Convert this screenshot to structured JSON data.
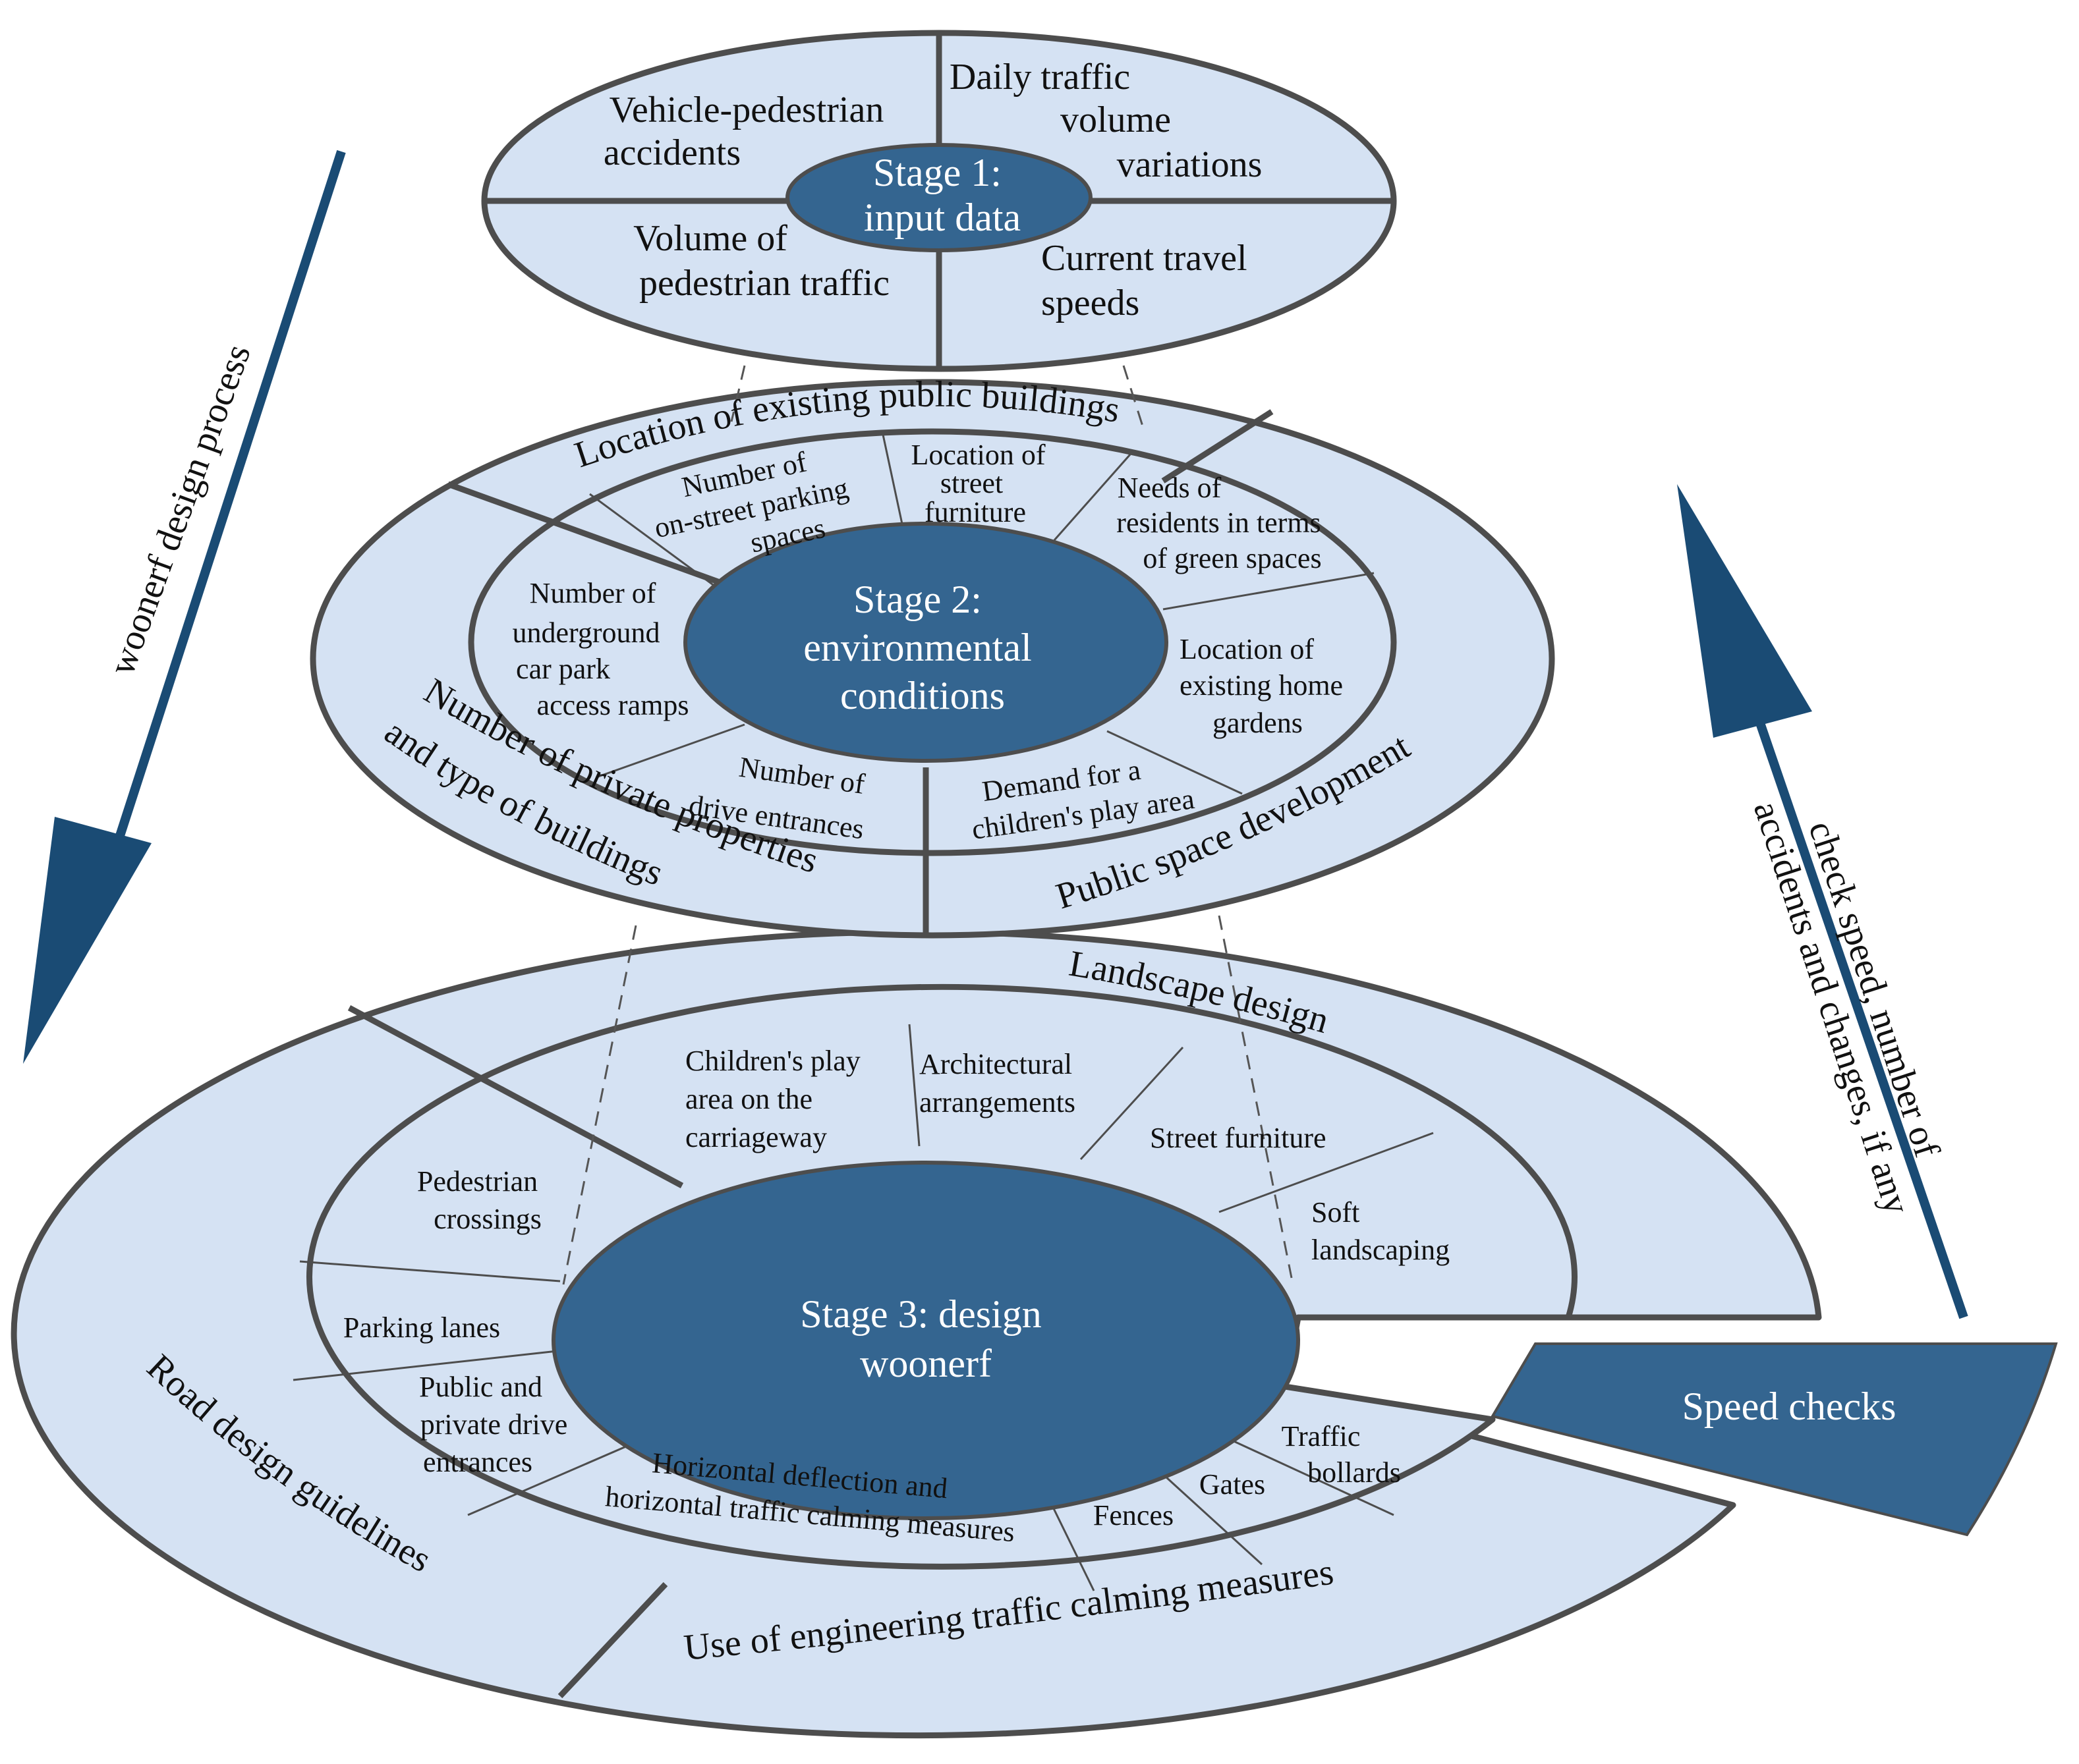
{
  "stage1": {
    "core": [
      "Stage 1:",
      "input data"
    ],
    "q_top_left": [
      "Vehicle-pedestrian",
      "accidents"
    ],
    "q_top_right": [
      "Daily traffic",
      "volume",
      "variations"
    ],
    "q_bottom_left": [
      "Volume of",
      "pedestrian traffic"
    ],
    "q_bottom_right": [
      "Current travel",
      "speeds"
    ]
  },
  "stage2": {
    "core": [
      "Stage 2:",
      "environmental",
      "conditions"
    ],
    "outer_top": "Location of existing public buildings",
    "outer_left": [
      "Number of private properties",
      "and type of buildings"
    ],
    "outer_right": "Public space development",
    "inner": {
      "parking_spaces": [
        "Number of",
        "on-street parking",
        "spaces"
      ],
      "street_furniture": [
        "Location of",
        "street",
        "furniture"
      ],
      "green_spaces": [
        "Needs of",
        "residents in terms",
        "of green spaces"
      ],
      "home_gardens": [
        "Location of",
        "existing home",
        "gardens"
      ],
      "play_area": [
        "Demand for a",
        "children's play area"
      ],
      "drive_entrances": [
        "Number of",
        "drive entrances"
      ],
      "car_park_ramps": [
        "Number of",
        "underground",
        "car park",
        "access ramps"
      ]
    }
  },
  "stage3": {
    "core": [
      "Stage 3: design",
      "woonerf"
    ],
    "outer_top": "Landscape design",
    "outer_left": "Road design guidelines",
    "outer_bottom": "Use of engineering traffic calming measures",
    "inner": {
      "play_area": [
        "Children's play",
        "area on the",
        "carriageway"
      ],
      "architectural": [
        "Architectural",
        "arrangements"
      ],
      "street_furniture": [
        "Street furniture"
      ],
      "soft_landscaping": [
        "Soft",
        "landscaping"
      ],
      "pedestrian_crossings": [
        "Pedestrian",
        "crossings"
      ],
      "parking_lanes": [
        "Parking lanes"
      ],
      "drive_entrances": [
        "Public and",
        "private drive",
        "entrances"
      ],
      "horizontal": [
        "Horizontal deflection and",
        "horizontal traffic calming measures"
      ],
      "fences": [
        "Fences"
      ],
      "gates": [
        "Gates"
      ],
      "bollards": [
        "Traffic",
        "bollards"
      ]
    }
  },
  "speed_checks": "Speed checks",
  "left_arrow_label": "woonerf design process",
  "right_arrow_label": [
    "check speed, number of",
    "accidents and changes, if any"
  ],
  "colors": {
    "light_fill": "#d5e2f3",
    "core_fill": "#346590",
    "arrow": "#1a4b74",
    "outline": "#4d4d4d"
  }
}
